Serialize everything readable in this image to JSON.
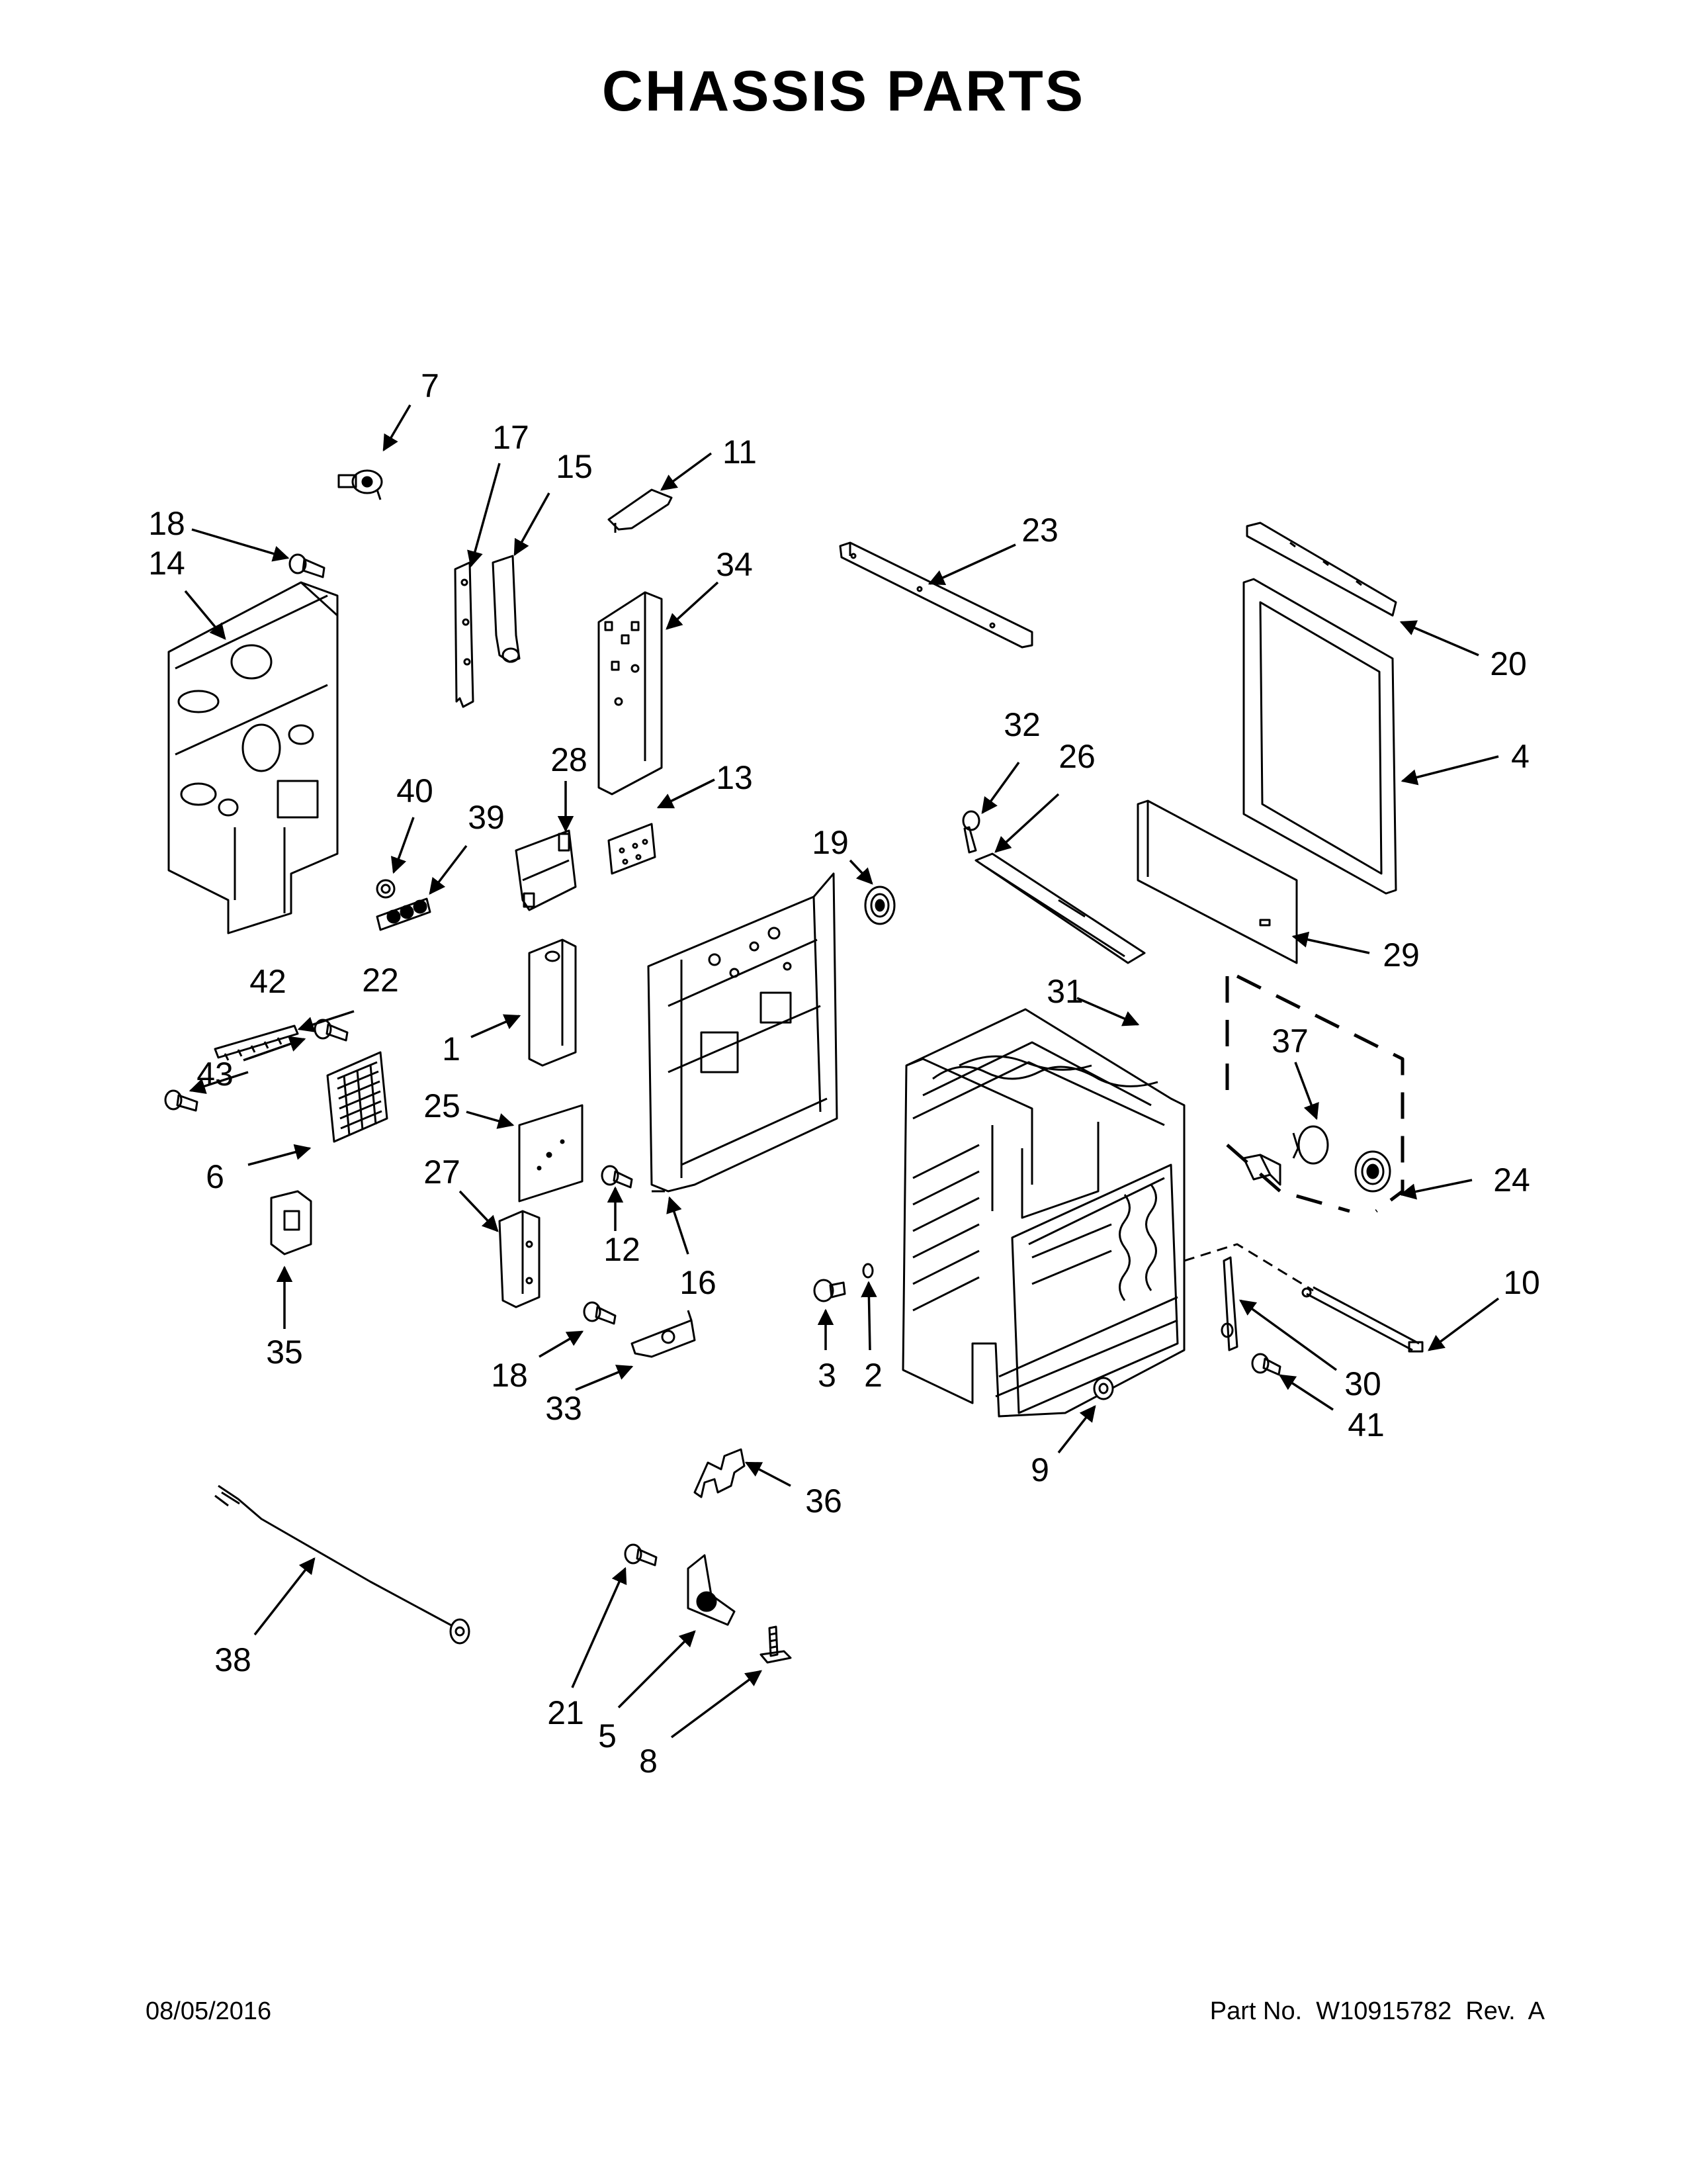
{
  "title": "CHASSIS PARTS",
  "footer": {
    "date": "08/05/2016",
    "part_number": "Part No.  W10915782  Rev.  A"
  },
  "callouts": [
    "1",
    "2",
    "3",
    "4",
    "5",
    "6",
    "7",
    "8",
    "9",
    "10",
    "11",
    "12",
    "13",
    "14",
    "15",
    "16",
    "17",
    "18",
    "19",
    "20",
    "21",
    "22",
    "23",
    "24",
    "25",
    "26",
    "27",
    "28",
    "29",
    "30",
    "31",
    "32",
    "33",
    "34",
    "35",
    "36",
    "37",
    "38",
    "39",
    "40",
    "41",
    "42",
    "43"
  ]
}
